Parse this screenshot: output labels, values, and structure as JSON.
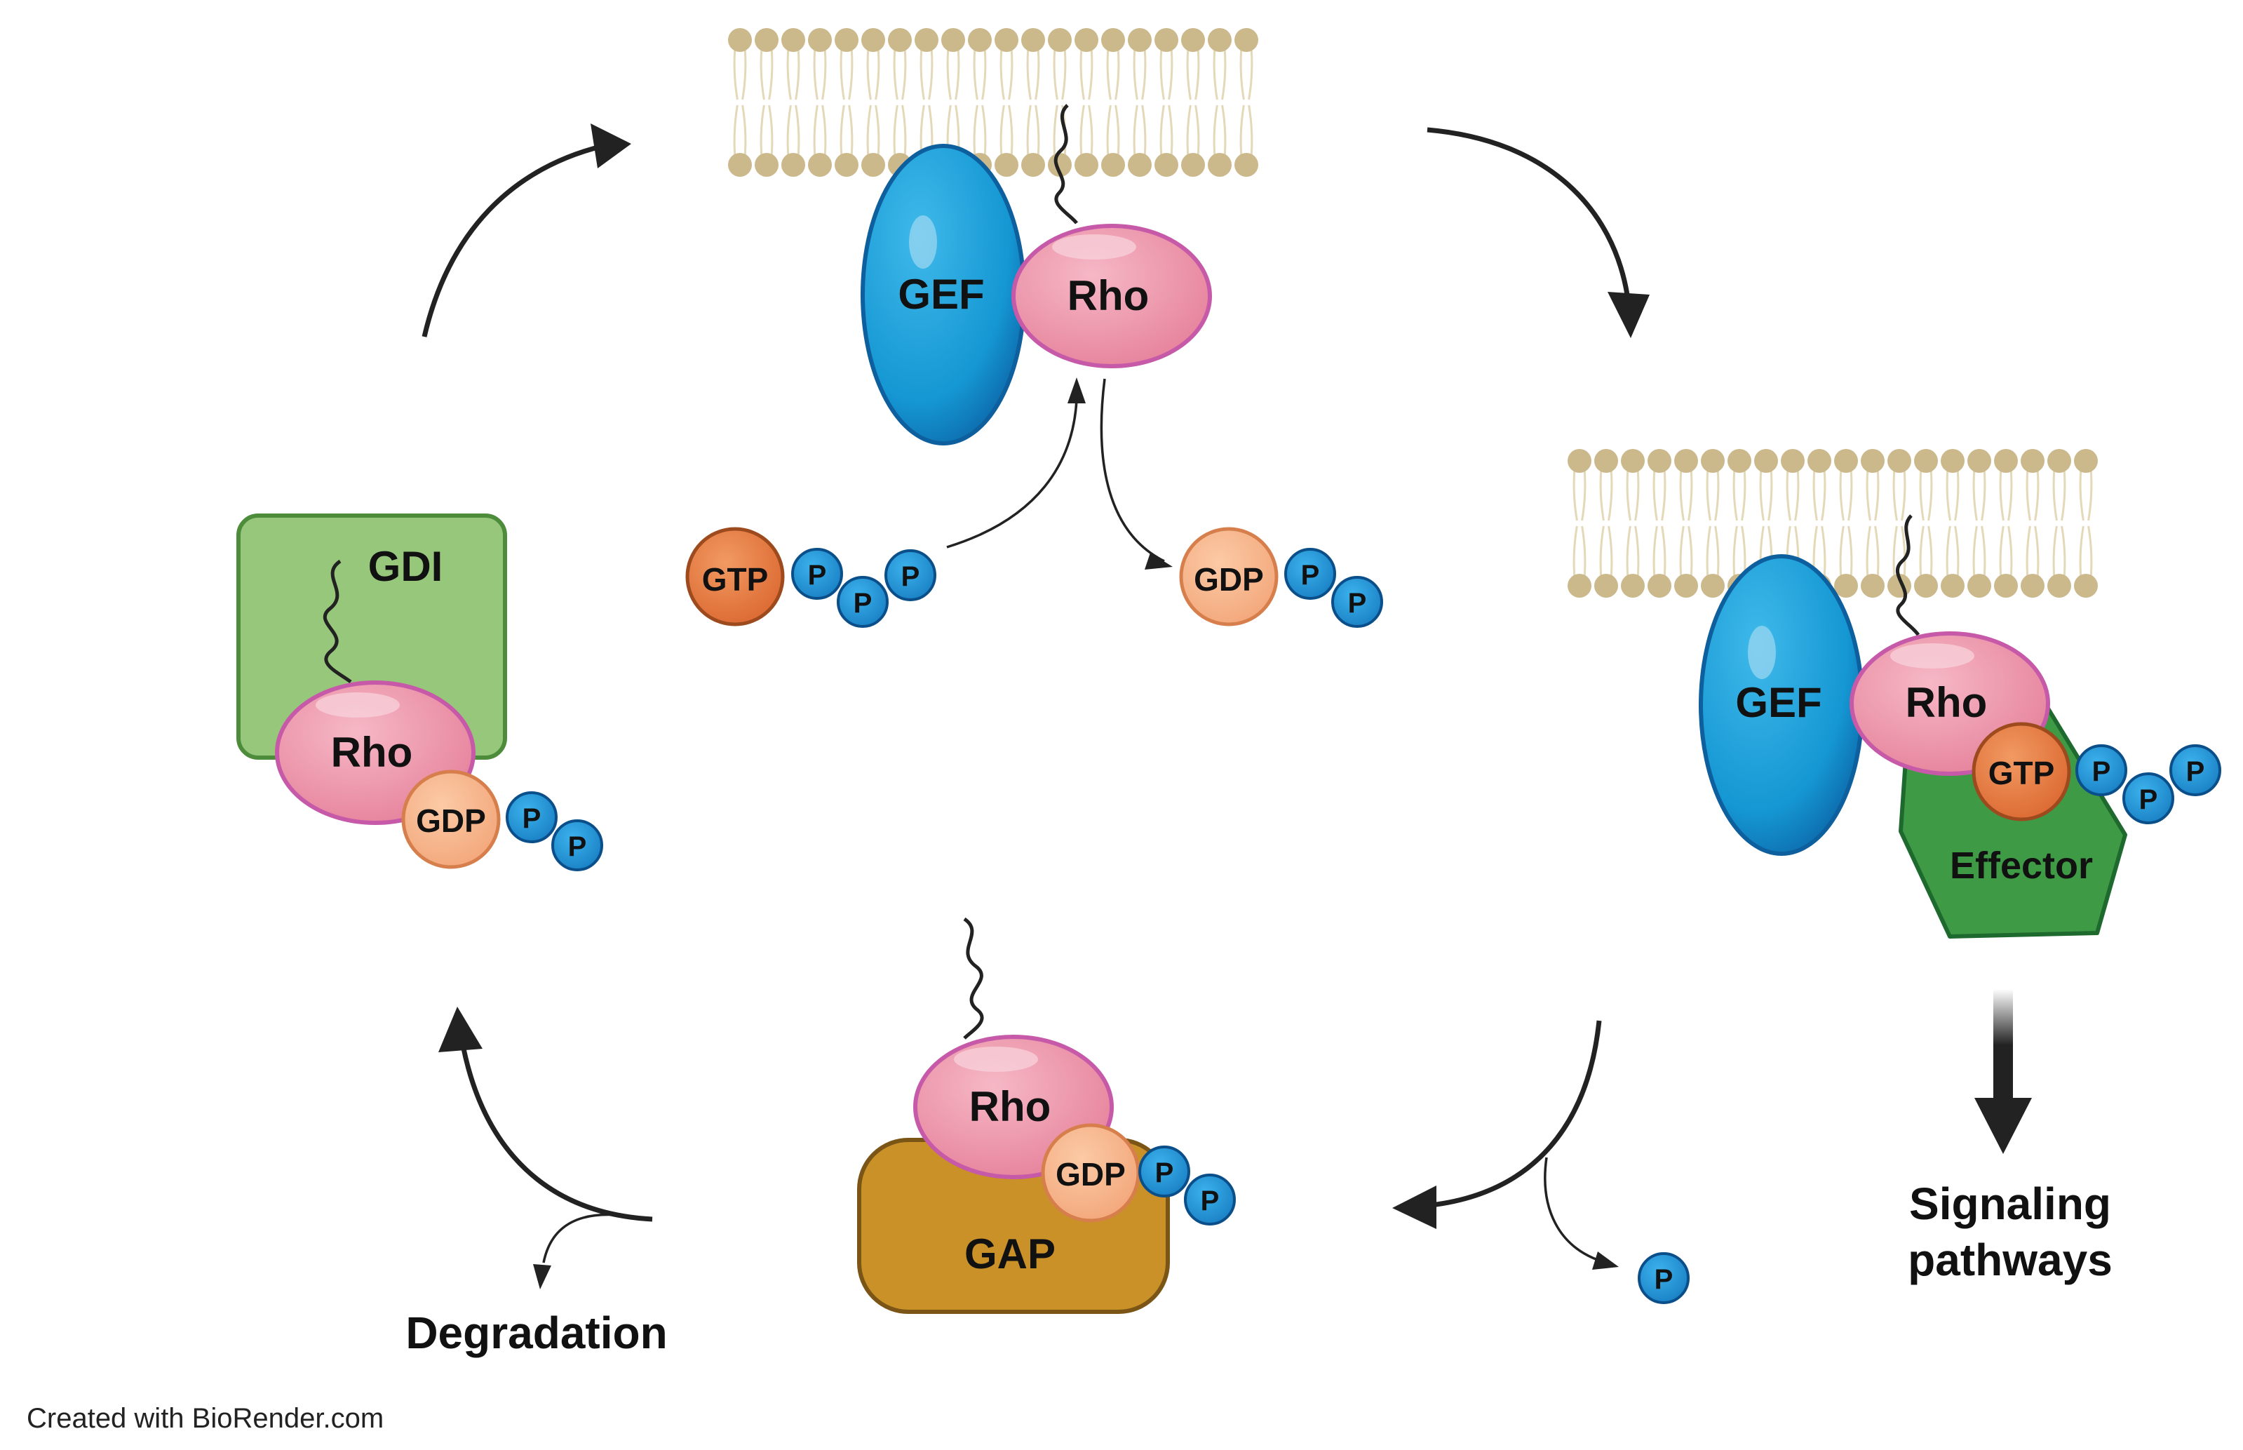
{
  "colors": {
    "gef": "#1597d3",
    "gef_dark": "#0d5f9e",
    "rho": "#ec8fa4",
    "rho_stroke": "#c65aa8",
    "gtp": "#e3743a",
    "gdp": "#f6b186",
    "phosphate": "#1a8fd0",
    "phosphate_dark": "#0a4f8a",
    "gdi": "#97c77b",
    "gdi_stroke": "#4d8c3b",
    "effector": "#3f9a46",
    "effector_stroke": "#1e6a2e",
    "gap": "#c99128",
    "gap_stroke": "#7a5515",
    "membrane_head": "#cbb98c",
    "membrane_tail": "#e3d8b8",
    "arrow": "#222222"
  },
  "icons": {
    "membrane": "lipid-bilayer-icon",
    "lipid_anchor": "lipid-anchor-squiggle-icon",
    "phosphate": "phosphate-bead-icon"
  },
  "labels": {
    "gef": "GEF",
    "rho": "Rho",
    "gtp": "GTP",
    "gdp": "GDP",
    "phosphate": "P",
    "gdi": "GDI",
    "effector": "Effector",
    "gap": "GAP",
    "degradation": "Degradation",
    "signaling_line1": "Signaling",
    "signaling_line2": "pathways"
  },
  "credit": "Created with BioRender.com"
}
